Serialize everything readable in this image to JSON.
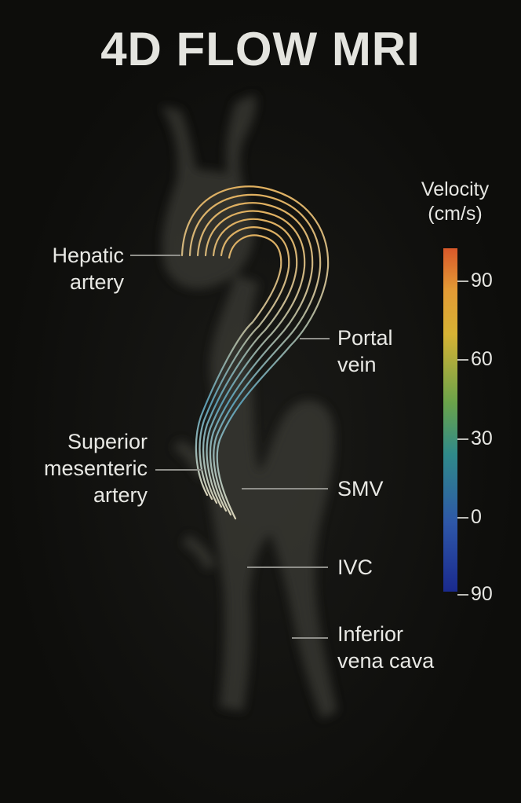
{
  "title": "4D FLOW MRI",
  "labels": {
    "hepatic_artery": [
      "Hepatic",
      "artery"
    ],
    "portal_vein": [
      "Portal",
      "vein"
    ],
    "sma": [
      "Superior",
      "mesenteric",
      "artery"
    ],
    "smv": "SMV",
    "ivc": "IVC",
    "inferior_vena_cava": [
      "Inferior",
      "vena cava"
    ]
  },
  "colorbar": {
    "title": [
      "Velocity",
      "(cm/s)"
    ],
    "ticks": [
      "90",
      "60",
      "30",
      "0",
      "90"
    ],
    "colors": {
      "low": "#1a2a8e",
      "mid": "#2f8a8a",
      "high": "#d8582a"
    }
  }
}
